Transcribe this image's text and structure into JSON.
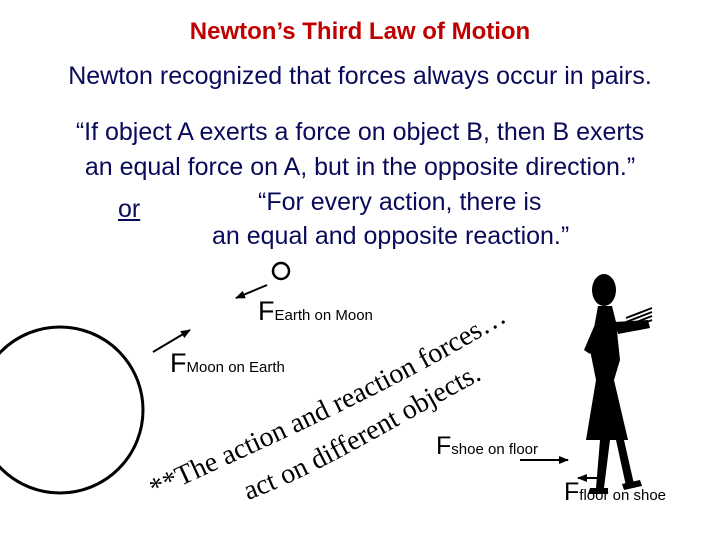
{
  "title": "Newton’s Third Law of Motion",
  "intro": "Newton recognized that forces always occur in pairs.",
  "quote": {
    "line1": "“If object A exerts a force on object B, then B exerts",
    "line2": "an equal force on A, but in the opposite direction.”",
    "or_label": "or",
    "line3": "“For every action, there is",
    "line4": "an equal and opposite reaction.”"
  },
  "forces": {
    "earth_on_moon": {
      "main": "F",
      "sub": "Earth on Moon"
    },
    "moon_on_earth": {
      "main": "F",
      "sub": "Moon on Earth"
    },
    "shoe_on_floor": {
      "main": "F",
      "sub": "shoe on floor"
    },
    "floor_on_shoe": {
      "main": "F",
      "sub": "floor on shoe"
    }
  },
  "curved_text": {
    "upper": "**The action and reaction forces…",
    "lower": "act on different objects."
  },
  "icons": {
    "moon": "small-circle",
    "earth": "large-circle",
    "woman": "walking-woman-silhouette"
  }
}
